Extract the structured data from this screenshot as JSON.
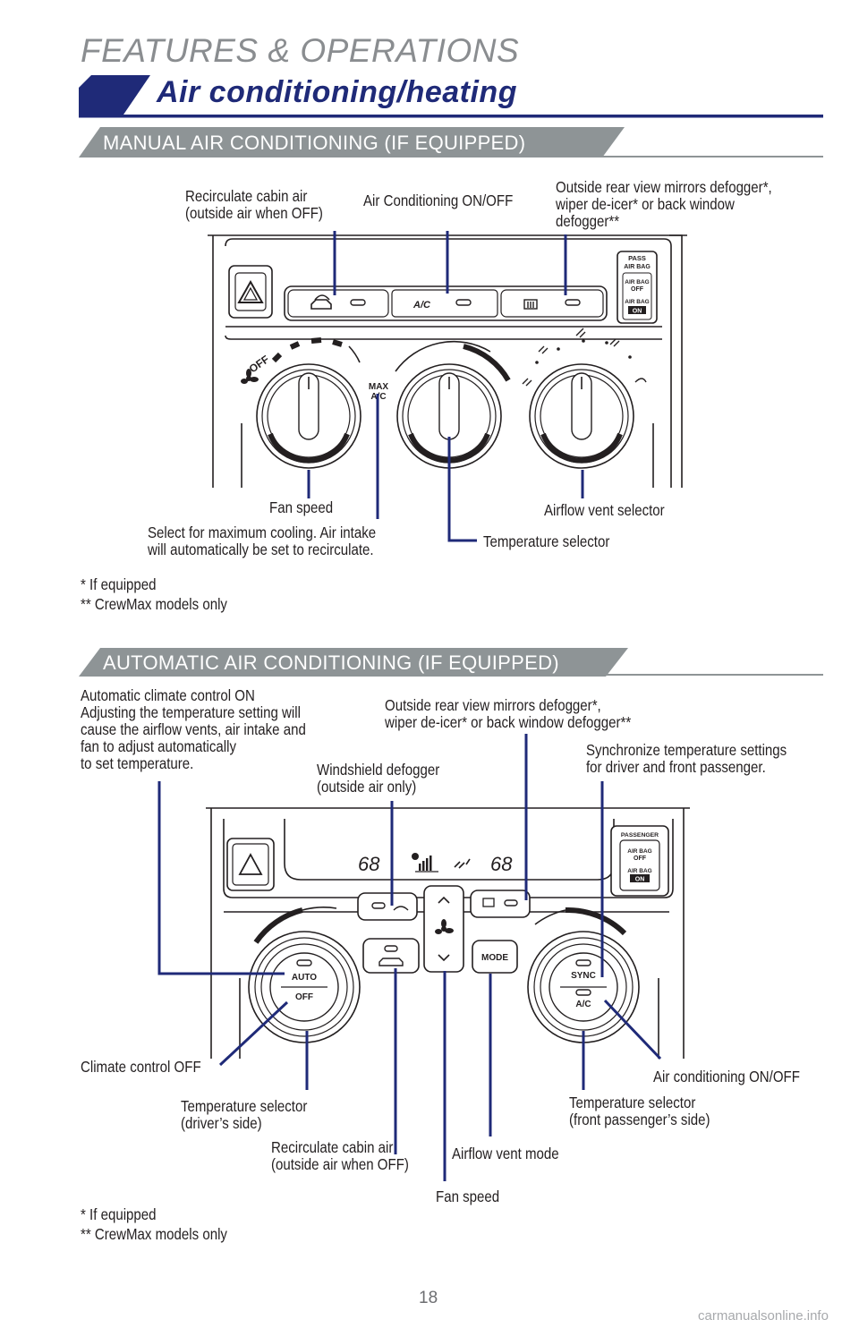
{
  "header": {
    "section": "FEATURES & OPERATIONS",
    "title": "Air conditioning/heating"
  },
  "manual": {
    "band_label": "MANUAL AIR CONDITIONING (IF EQUIPPED)",
    "callouts": {
      "recirculate": [
        "Recirculate cabin air",
        "(outside air when OFF)"
      ],
      "ac_onoff": "Air Conditioning ON/OFF",
      "mirrors": [
        "Outside rear view mirrors defogger*,",
        "wiper  de-icer* or back window",
        "defogger**"
      ],
      "fan_speed": "Fan speed",
      "max_ac": [
        "Select for maximum cooling. Air intake",
        "will automatically be set to recirculate."
      ],
      "temperature": "Temperature selector",
      "airflow": "Airflow vent selector"
    },
    "panel_text": {
      "ac_button": "A/C",
      "max_ac": [
        "MAX",
        "A/C"
      ],
      "off": "OFF",
      "pass_airbag": [
        "PASS",
        "AIR BAG"
      ],
      "airbag_off": [
        "AIR BAG",
        "OFF"
      ],
      "airbag_on": [
        "AIR BAG",
        "ON"
      ]
    },
    "footnotes": [
      "* If equipped",
      "** CrewMax models only"
    ]
  },
  "automatic": {
    "band_label": "AUTOMATIC AIR CONDITIONING (IF EQUIPPED)",
    "callouts": {
      "auto_on_title": "Automatic climate control ON",
      "auto_on_body": [
        "Adjusting the temperature setting will",
        "cause the airflow vents, air intake and",
        "fan to adjust automatically",
        "to set temperature."
      ],
      "mirrors": [
        "Outside rear view mirrors defogger*,",
        "wiper de-icer* or back window defogger**"
      ],
      "windshield": [
        "Windshield defogger",
        "(outside air only)"
      ],
      "sync": [
        "Synchronize temperature settings",
        "for driver and front passenger."
      ],
      "climate_off": "Climate control OFF",
      "temp_driver": [
        "Temperature selector",
        "(driver’s side)"
      ],
      "recirculate": [
        "Recirculate cabin air",
        "(outside air when OFF)"
      ],
      "fan_speed": "Fan speed",
      "airflow_mode": "Airflow vent mode",
      "temp_passenger": [
        "Temperature selector",
        "(front passenger’s side)"
      ],
      "ac_onoff": "Air conditioning ON/OFF"
    },
    "panel_text": {
      "temp_left": "68",
      "temp_right": "68",
      "auto": "AUTO",
      "off": "OFF",
      "mode": "MODE",
      "sync": "SYNC",
      "ac": "A/C",
      "passenger": "PASSENGER",
      "airbag_off": [
        "AIR BAG",
        "OFF"
      ],
      "airbag_on": [
        "AIR BAG",
        "ON"
      ]
    },
    "footnotes": [
      "* If equipped",
      "** CrewMax models only"
    ]
  },
  "page_number": "18",
  "watermark": "carmanualsonline.info",
  "colors": {
    "navy": "#1f2a78",
    "callout_blue": "#1f2a78",
    "band_gray": "#8e9496",
    "section_gray": "#8a8d90"
  }
}
